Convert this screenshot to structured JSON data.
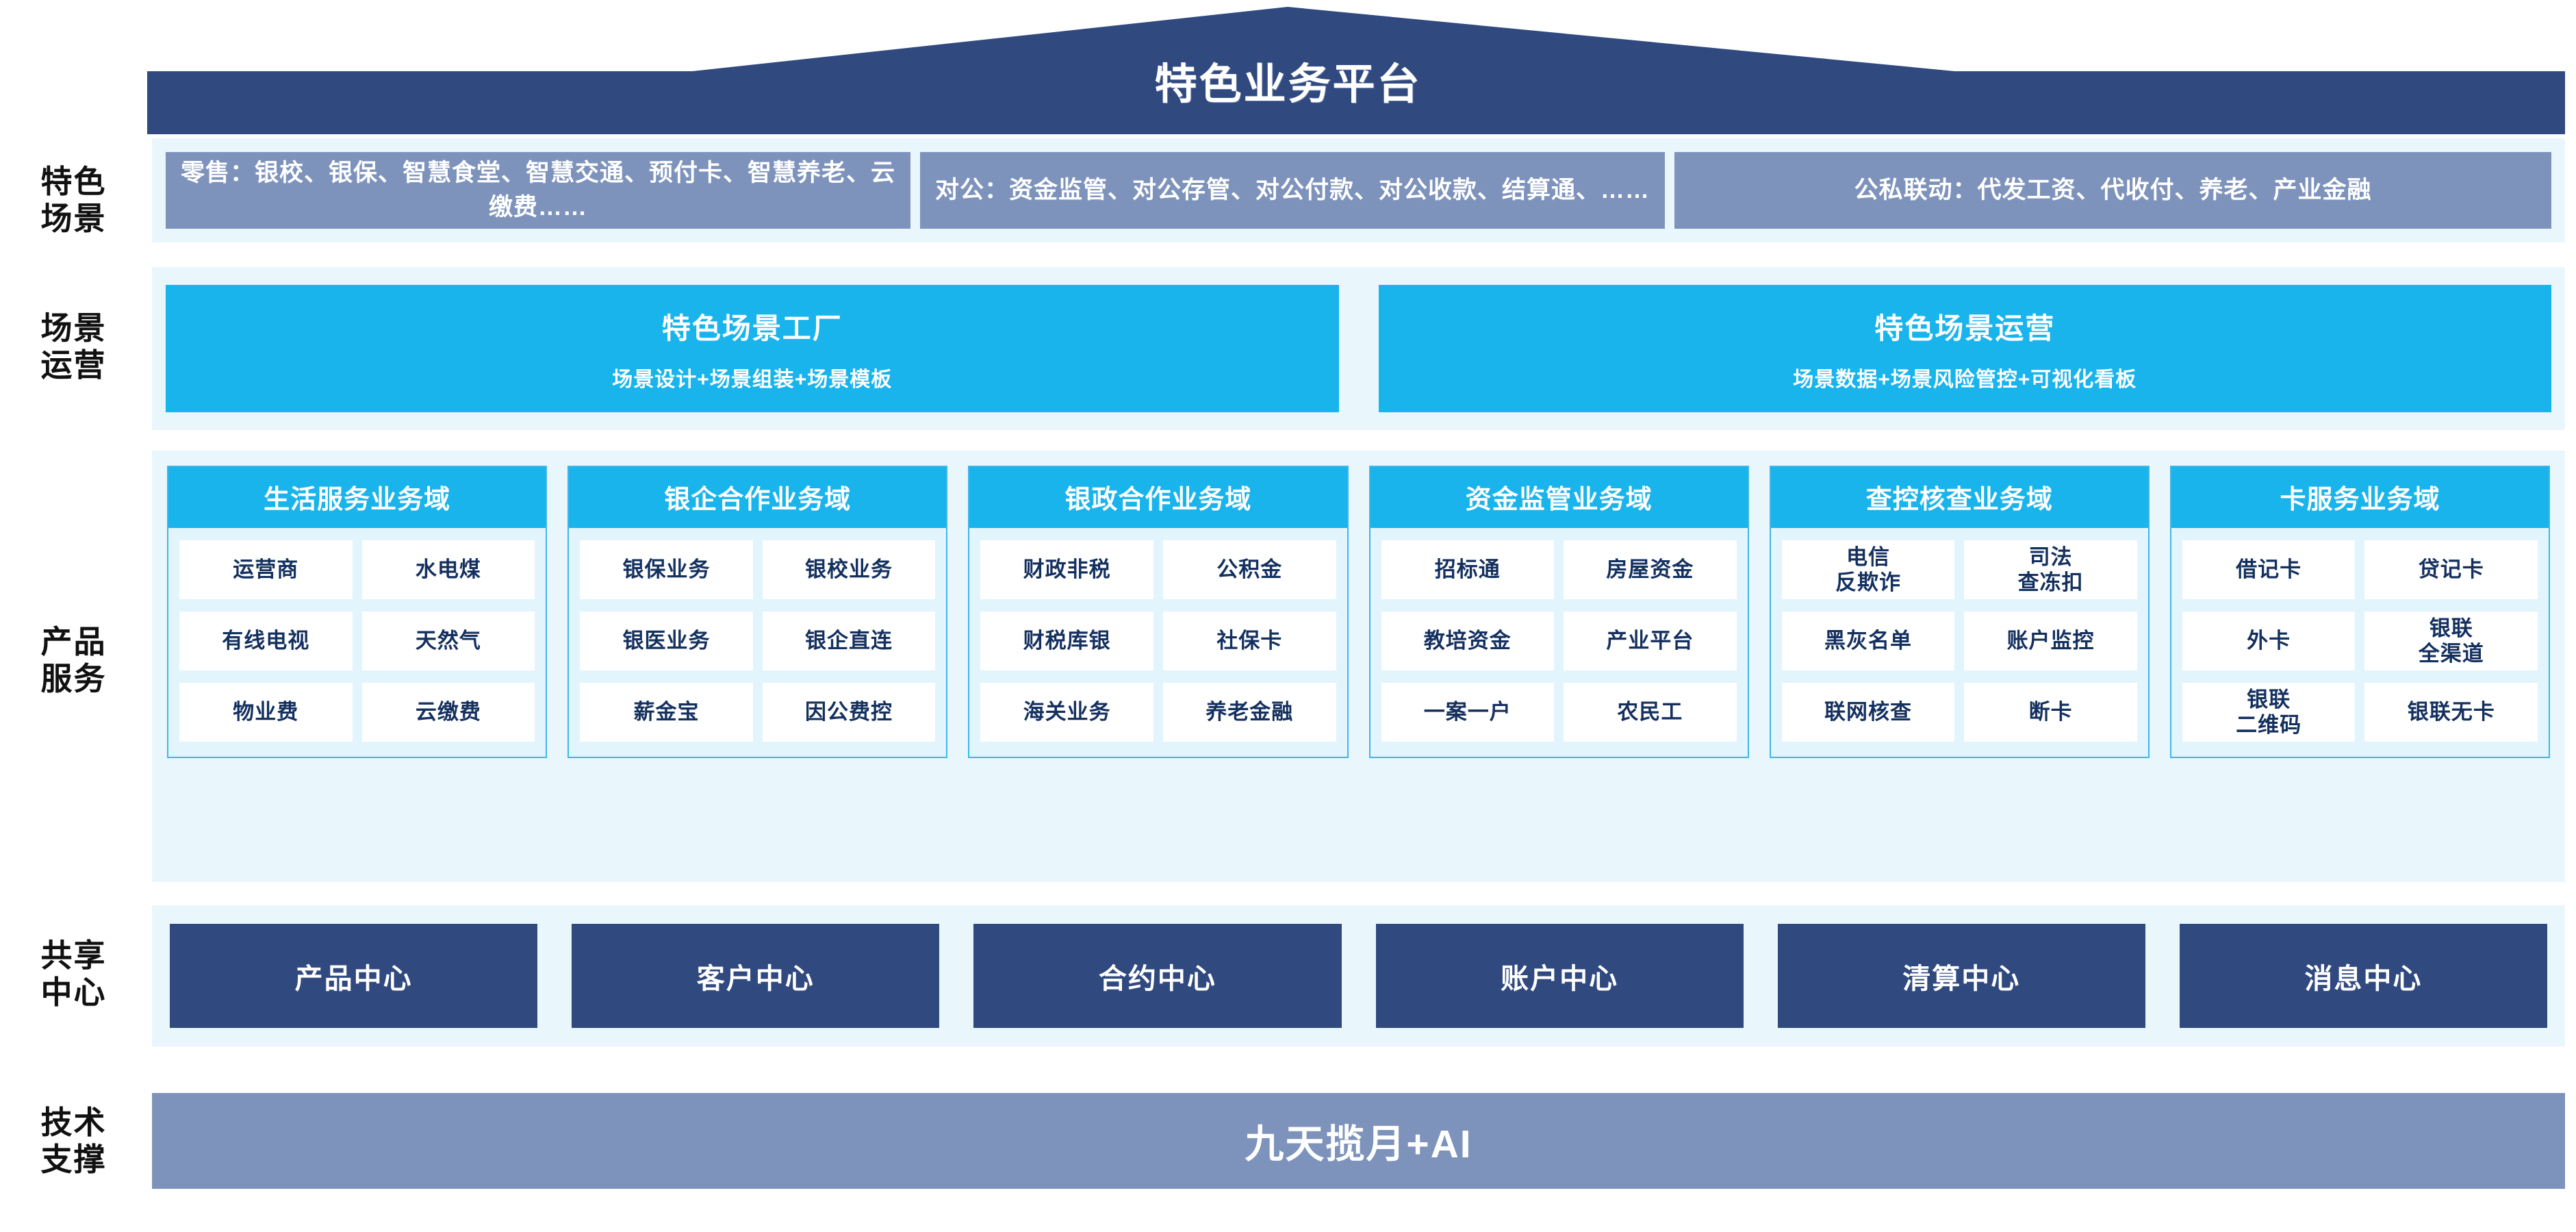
{
  "header": {
    "title": "特色业务平台",
    "roof_color": "#30497f"
  },
  "row_labels": {
    "scenario": "特色\n场景",
    "operation": "场景\n运营",
    "product": "产品\n服务",
    "shared": "共享\n中心",
    "tech": "技术\n支撑"
  },
  "scenario": {
    "boxes": [
      {
        "text": "零售：银校、银保、智慧食堂、智慧交通、预付卡、智慧养老、云缴费……"
      },
      {
        "text": "对公：资金监管、对公存管、对公付款、对公收款、结算通、……"
      },
      {
        "text": "公私联动：代发工资、代收付、养老、产业金融"
      }
    ],
    "box_color": "#7e93bc",
    "band_color": "#e9f7fd"
  },
  "operation": {
    "boxes": [
      {
        "title": "特色场景工厂",
        "subtitle": "场景设计+场景组装+场景模板"
      },
      {
        "title": "特色场景运营",
        "subtitle": "场景数据+场景风险管控+可视化看板"
      }
    ],
    "box_color": "#19b4ec"
  },
  "product": {
    "columns": [
      {
        "title": "生活服务业务域",
        "items": [
          "运营商",
          "水电煤",
          "有线电视",
          "天然气",
          "物业费",
          "云缴费"
        ]
      },
      {
        "title": "银企合作业务域",
        "items": [
          "银保业务",
          "银校业务",
          "银医业务",
          "银企直连",
          "薪金宝",
          "因公费控"
        ]
      },
      {
        "title": "银政合作业务域",
        "items": [
          "财政非税",
          "公积金",
          "财税库银",
          "社保卡",
          "海关业务",
          "养老金融"
        ]
      },
      {
        "title": "资金监管业务域",
        "items": [
          "招标通",
          "房屋资金",
          "教培资金",
          "产业平台",
          "一案一户",
          "农民工"
        ]
      },
      {
        "title": "查控核查业务域",
        "items": [
          "电信\n反欺诈",
          "司法\n查冻扣",
          "黑灰名单",
          "账户监控",
          "联网核查",
          "断卡"
        ]
      },
      {
        "title": "卡服务业务域",
        "items": [
          "借记卡",
          "贷记卡",
          "外卡",
          "银联\n全渠道",
          "银联\n二维码",
          "银联无卡"
        ]
      }
    ],
    "header_color": "#19b4ec",
    "border_color": "#3fb6e9",
    "cell_color": "#ffffff"
  },
  "shared": {
    "boxes": [
      "产品中心",
      "客户中心",
      "合约中心",
      "账户中心",
      "清算中心",
      "消息中心"
    ],
    "box_color": "#30497f"
  },
  "tech": {
    "title": "九天揽月+AI",
    "band_color": "#7e93bc"
  }
}
